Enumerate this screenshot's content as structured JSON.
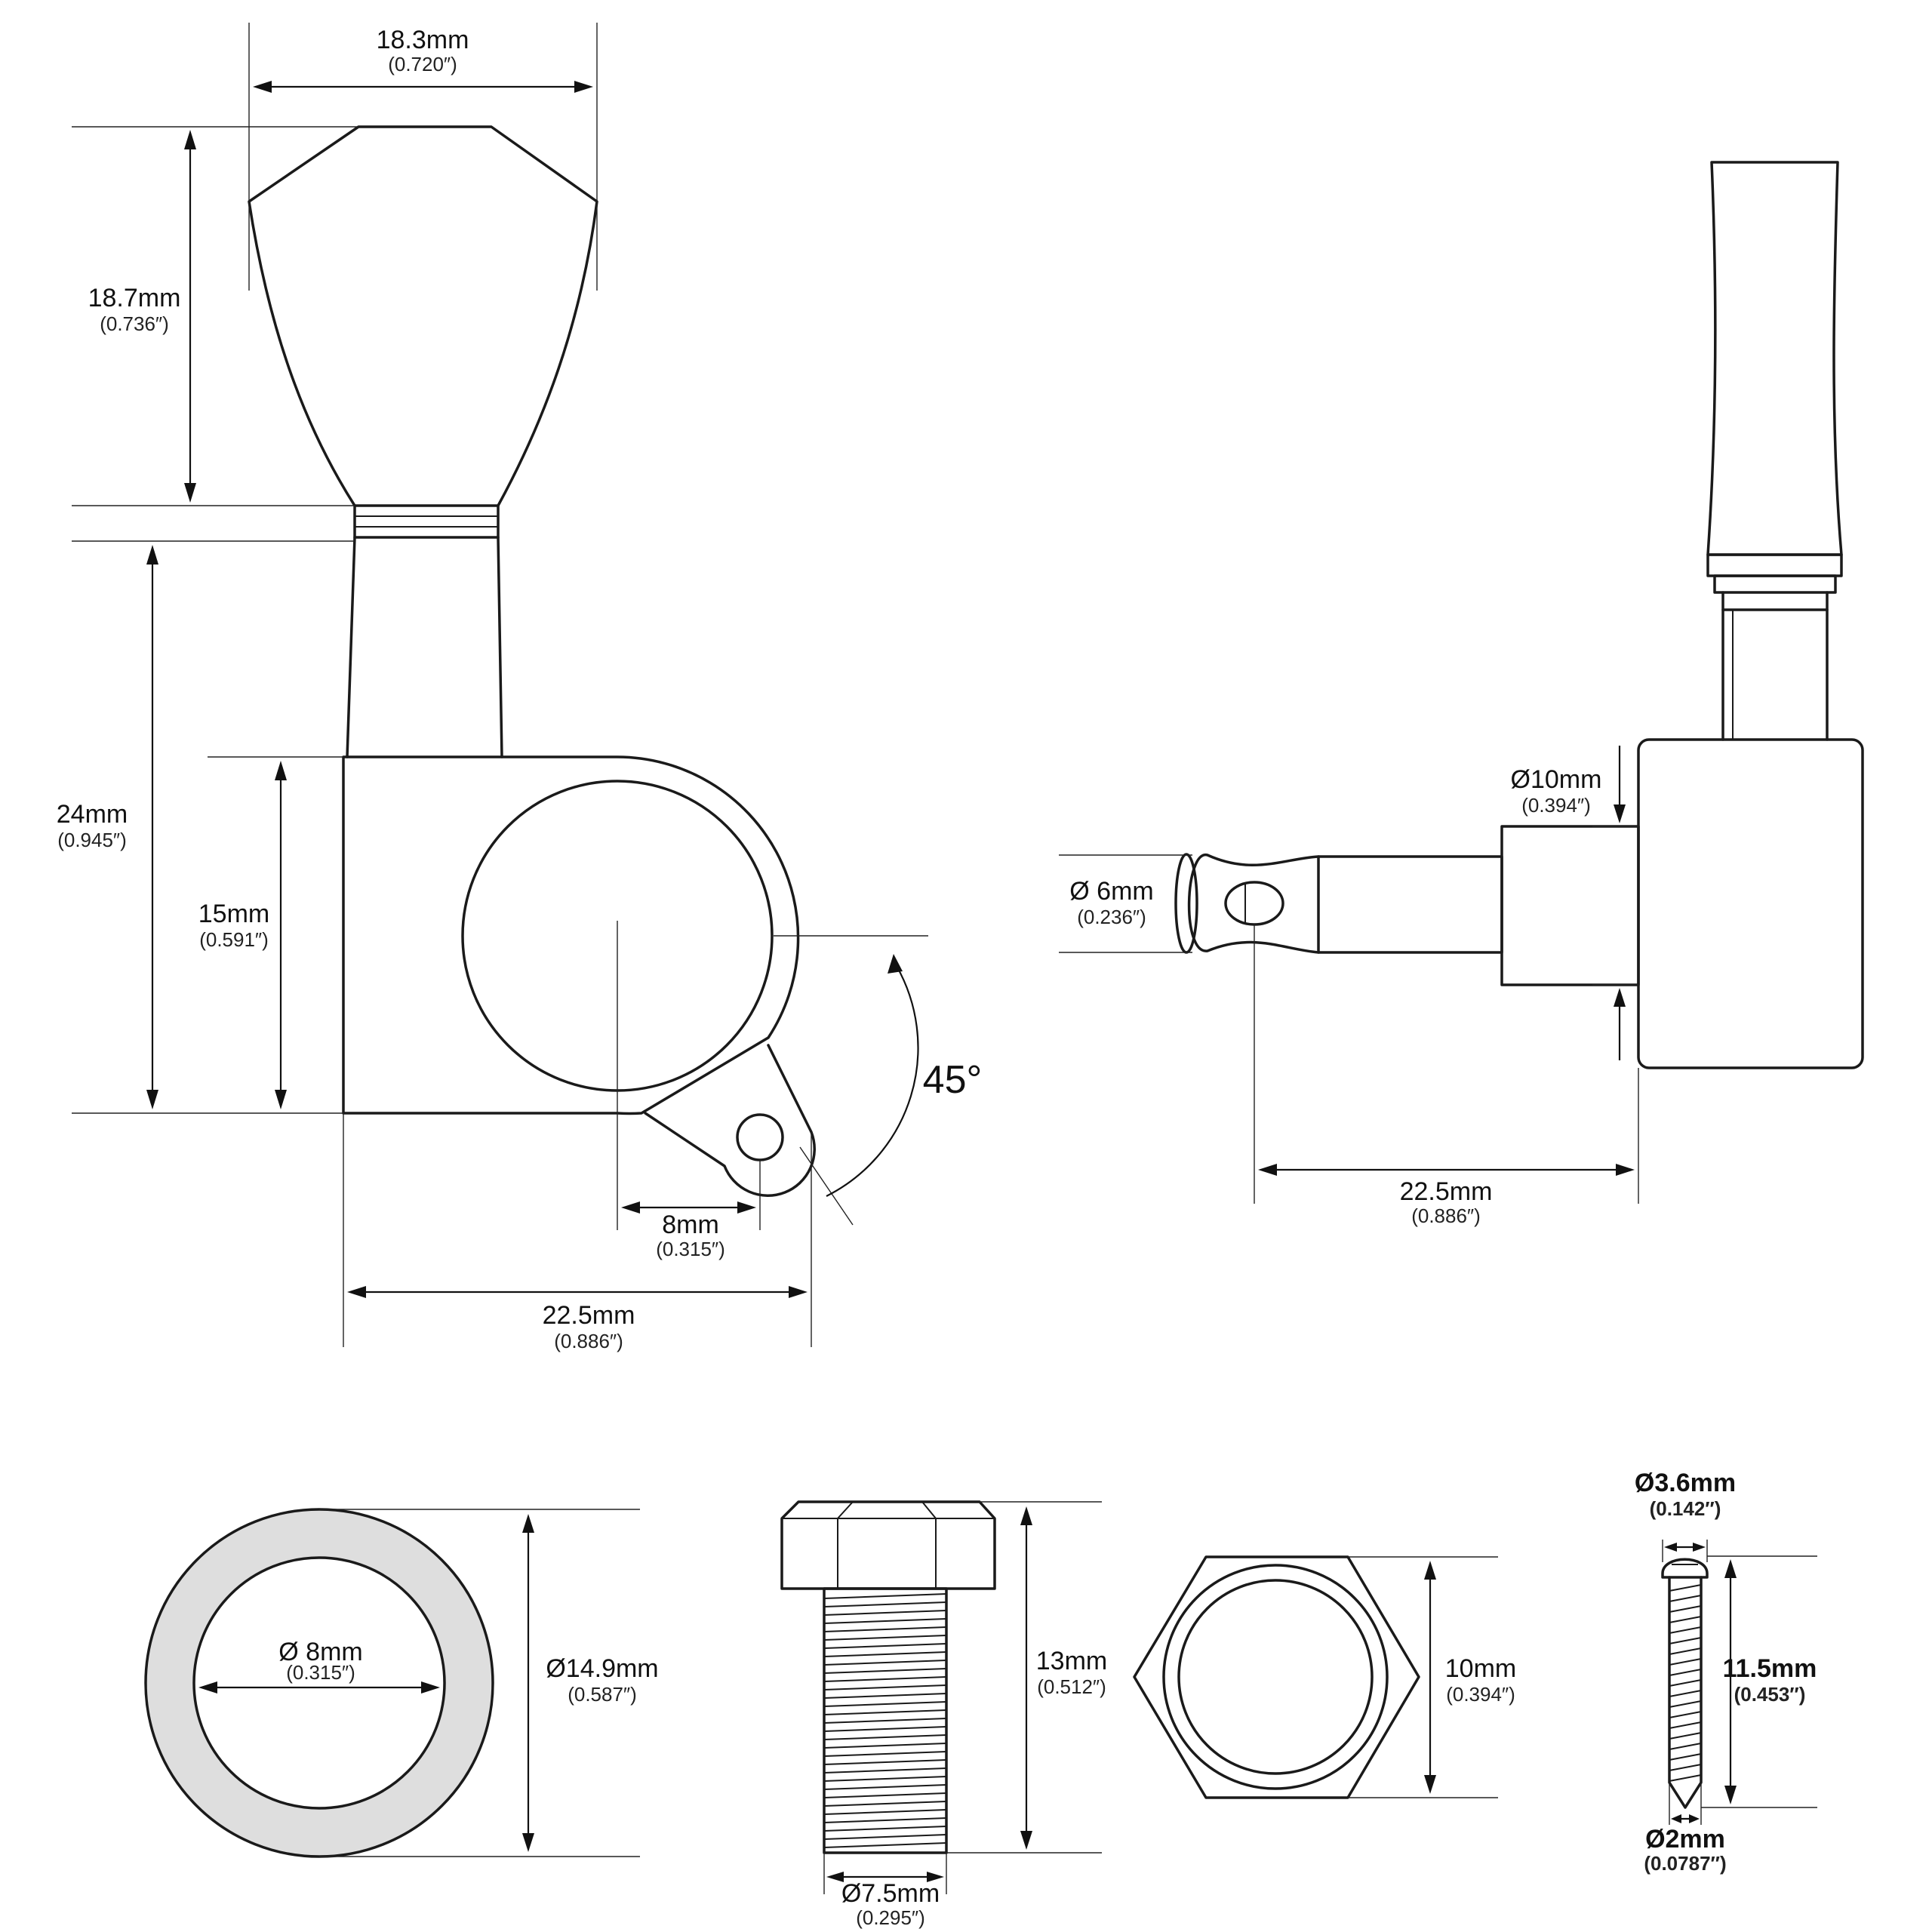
{
  "labels": {
    "head_width": {
      "mm": "18.3mm",
      "inch": "(0.720″)"
    },
    "head_height": {
      "mm": "18.7mm",
      "inch": "(0.736″)"
    },
    "overall_height": {
      "mm": "24mm",
      "inch": "(0.945″)"
    },
    "body_height": {
      "mm": "15mm",
      "inch": "(0.591″)"
    },
    "angle": "45°",
    "hole_offset": {
      "mm": "8mm",
      "inch": "(0.315″)"
    },
    "body_width": {
      "mm": "22.5mm",
      "inch": "(0.886″)"
    },
    "bushing_dia": {
      "mm": "Ø10mm",
      "inch": "(0.394″)"
    },
    "post_dia": {
      "mm": "Ø 6mm",
      "inch": "(0.236″)"
    },
    "post_length": {
      "mm": "22.5mm",
      "inch": "(0.886″)"
    },
    "washer_inner": {
      "mm": "Ø 8mm",
      "inch": "(0.315″)"
    },
    "washer_outer": {
      "mm": "Ø14.9mm",
      "inch": "(0.587″)"
    },
    "bolt_length": {
      "mm": "13mm",
      "inch": "(0.512″)"
    },
    "bolt_dia": {
      "mm": "Ø7.5mm",
      "inch": "(0.295″)"
    },
    "nut_size": {
      "mm": "10mm",
      "inch": "(0.394″)"
    },
    "screw_head": {
      "mm": "Ø3.6mm",
      "inch": "(0.142″)"
    },
    "screw_length": {
      "mm": "11.5mm",
      "inch": "(0.453″)"
    },
    "screw_tip": {
      "mm": "Ø2mm",
      "inch": "(0.0787″)"
    }
  }
}
